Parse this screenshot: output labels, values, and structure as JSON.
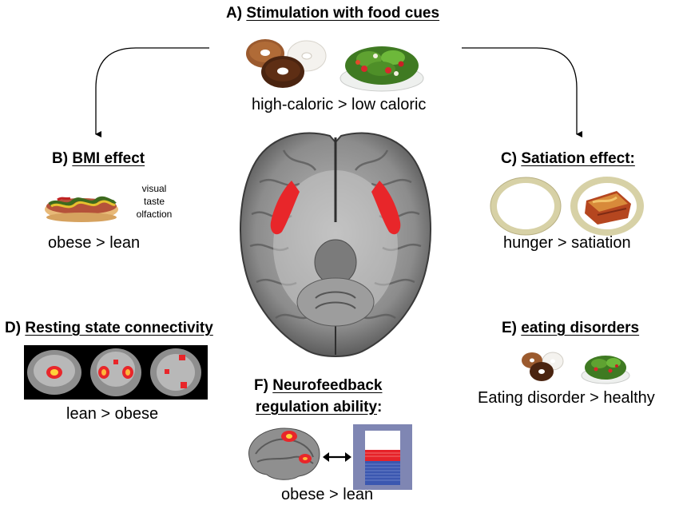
{
  "sections": {
    "a": {
      "prefix": "A)",
      "title": "Stimulation with food cues",
      "caption": "high-caloric > low caloric"
    },
    "b": {
      "prefix": "B)",
      "title": "BMI effect",
      "caption": "obese > lean",
      "senses": [
        "visual",
        "taste",
        "olfaction"
      ]
    },
    "c": {
      "prefix": "C)",
      "title": "Satiation effect:",
      "caption": "hunger > satiation"
    },
    "d": {
      "prefix": "D)",
      "title": "Resting state connectivity",
      "caption": "lean > obese"
    },
    "e": {
      "prefix": "E)",
      "title": "eating disorders",
      "caption": "Eating disorder > healthy"
    },
    "f": {
      "prefix": "F)",
      "title_line1": "Neurofeedback",
      "title_line2": "regulation ability",
      "title_suffix": ":",
      "caption": "obese > lean"
    }
  },
  "colors": {
    "activation": "#e8262a",
    "brain_gray": "#8a8a8a",
    "feedback_frame": "#7f86b3",
    "feedback_blue": "#3b57b0",
    "feedback_red": "#e62229"
  },
  "icons": [
    "bagels-icon",
    "salad-icon",
    "hotdog-icon",
    "empty-plate-icon",
    "lasagna-plate-icon",
    "brain-axial-icon",
    "mri-slices-icon",
    "brain-sagittal-icon",
    "thermometer-bar-icon",
    "double-arrow-icon"
  ]
}
